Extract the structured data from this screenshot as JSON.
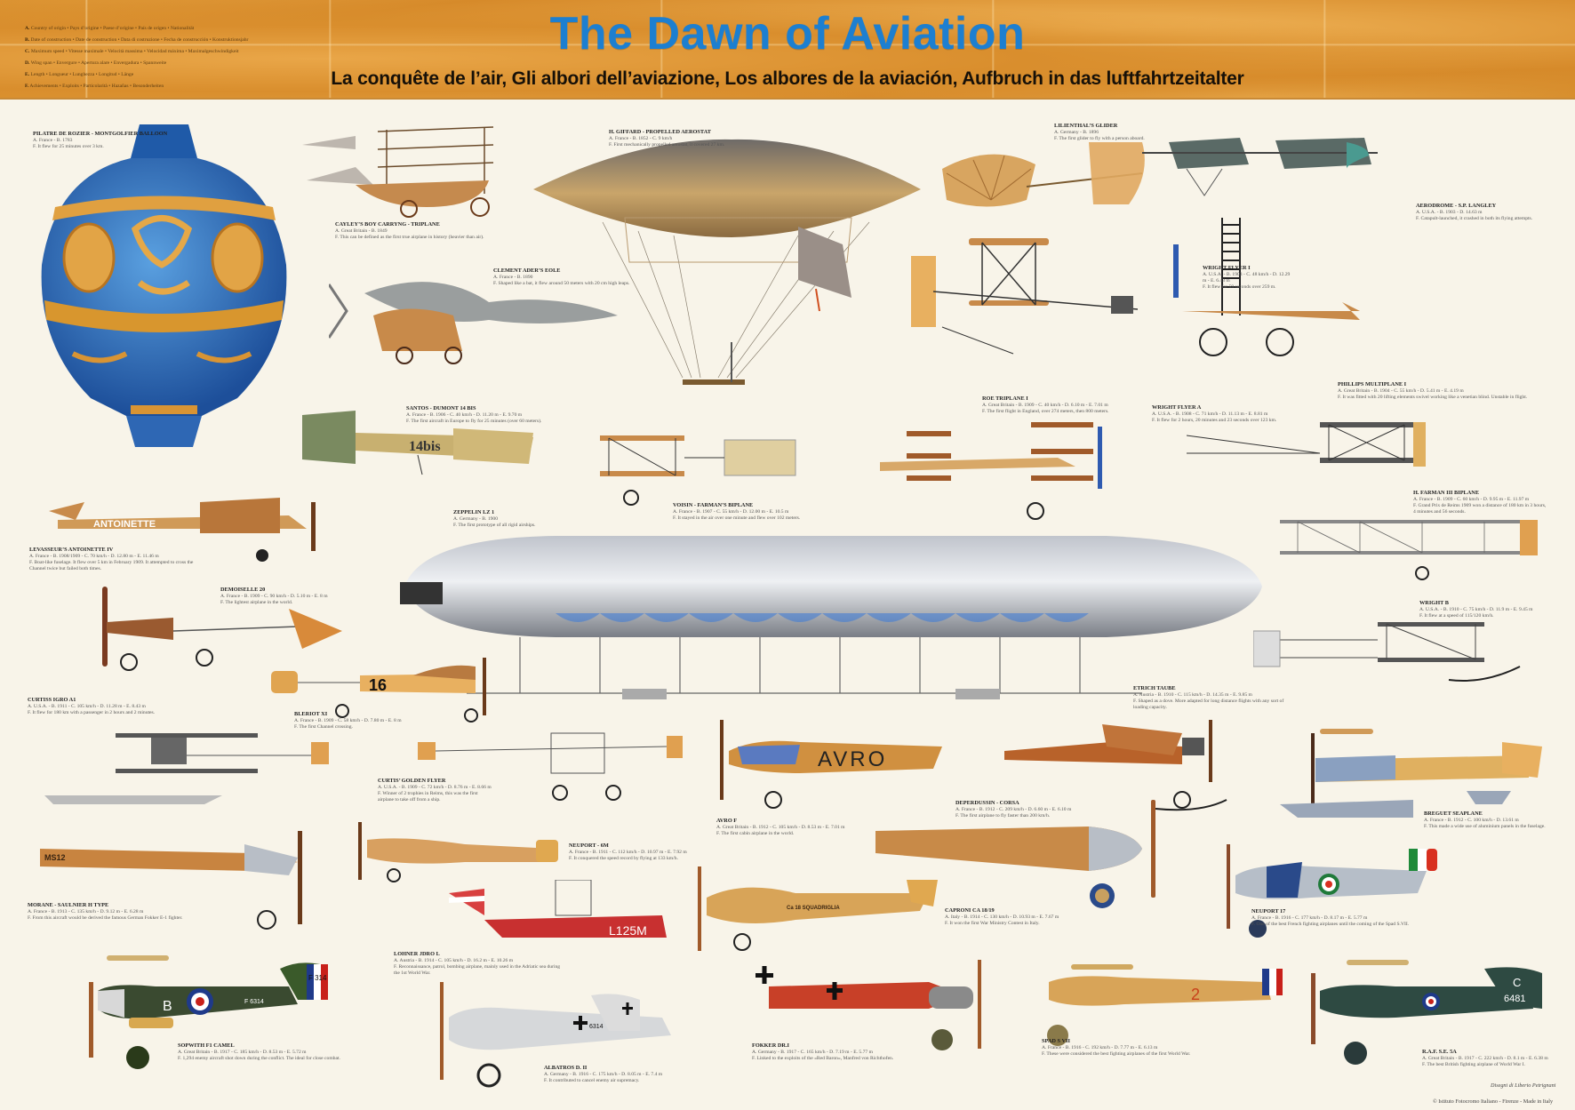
{
  "header": {
    "title": "The Dawn of Aviation",
    "subtitle": "La conquête de l’air, Gli albori dell’aviazione, Los albores de la aviación, Aufbruch in das luftfahrtzeitalter",
    "title_color": "#1d7fd0",
    "legend": [
      {
        "key": "A.",
        "text": "Country of origin • Pays d’origine • Paese d’origine • País de origen • Nationalität"
      },
      {
        "key": "B.",
        "text": "Date of construction • Date de construction • Data di costruzione • Fecha de construcción • Konstruktionsjahr"
      },
      {
        "key": "C.",
        "text": "Maximum speed • Vitesse maximale • Velocità massima • Velocidad máxima • Maximalgeschwindigkeit"
      },
      {
        "key": "D.",
        "text": "Wing span • Envergure • Apertura alare • Envergadura • Spannweite"
      },
      {
        "key": "E.",
        "text": "Length • Longueur • Lunghezza • Longitud • Länge"
      },
      {
        "key": "F.",
        "text": "Achievements • Exploits • Particolarità • Hazañas • Besonderheiten"
      }
    ]
  },
  "aircraft": [
    {
      "name": "Pilatre de Rozier - Montgolfier Balloon",
      "specs": "A. France - B. 1783",
      "fact": "F. It flew for 25 minutes over 3 km."
    },
    {
      "name": "Cayley’s Boy Carryng - Triplane",
      "specs": "A. Great Britain - B. 1849",
      "fact": "F. This can be defined as the first true airplane in history (heavier than air)."
    },
    {
      "name": "H. Giffard - Propelled aerostat",
      "specs": "A. France - B. 1852 - C. 9 km/h",
      "fact": "F. First mechanically propelled aerostat, it covered 27 km."
    },
    {
      "name": "Lilienthal’s Glider",
      "specs": "A. Germany - B. 1896",
      "fact": "F. The first glider to fly with a person aboard."
    },
    {
      "name": "Aerodrome - S.P. Langley",
      "specs": "A. U.S.A. - B. 1903 - D. 14.63 m",
      "fact": "F. Catapult-launched, it crashed in both its flying attempts."
    },
    {
      "name": "Clement Ader’s Eole",
      "specs": "A. France - B. 1890",
      "fact": "F. Shaped like a bat, it flew around 50 meters with 20 cm high leaps."
    },
    {
      "name": "Wright Flyer I",
      "specs": "A. U.S.A. - B. 1903 - C. 48 km/h - D. 12.29 m - E. 6.43 m",
      "fact": "F. It flew for 59 seconds over 259 m."
    },
    {
      "name": "Phillips Multiplane I",
      "specs": "A. Great Britain - B. 1904 - C. 55 km/h - D. 5.41 m - E. 4.19 m",
      "fact": "F. It was fitted with 20 lifting elements swivel working like a venetian blind. Unstable in flight."
    },
    {
      "name": "Santos - Dumont 14 Bis",
      "specs": "A. France - B. 1906 - C. 40 km/h - D. 11.20 m - E. 9.70 m",
      "fact": "F. The first aircraft in Europe to fly for 25 minutes (over 60 meters)."
    },
    {
      "name": "Roe Triplane I",
      "specs": "A. Great Britain - B. 1909 - C. 40 km/h - D. 6.10 m - E. 7.01 m",
      "fact": "F. The first flight in England, over 274 meters, then 800 meters."
    },
    {
      "name": "Wright Flyer A",
      "specs": "A. U.S.A. - B. 1908 - C. 71 km/h - D. 11.13 m - E. 8.81 m",
      "fact": "F. It flew for 2 hours, 20 minutes and 23 seconds over 123 km."
    },
    {
      "name": "Zeppelin LZ 1",
      "specs": "A. Germany - B. 1900",
      "fact": "F. The first prototype of all rigid airships."
    },
    {
      "name": "Voisin - Farman’s Biplane",
      "specs": "A. France - B. 1907 - C. 55 km/h - D. 12.00 m - E. 10.5 m",
      "fact": "F. It stayed in the air over one minute and flew over 102 meters."
    },
    {
      "name": "H. Farman III Biplane",
      "specs": "A. France - B. 1909 - C. 60 km/h - D. 9.95 m - E. 11.97 m",
      "fact": "F. Grand Prix de Reims 1909 won a distance of 180 km in 3 hours, 4 minutes and 56 seconds."
    },
    {
      "name": "Levasseur’s Antoinette IV",
      "specs": "A. France - B. 1908/1909 - C. 70 km/h - D. 12.80 m - E. 11.46 m",
      "fact": "F. Boat-like fuselage. It flew over 5 km in February 1909. It attempted to cross the Channel twice but failed both times."
    },
    {
      "name": "Demoiselle 20",
      "specs": "A. France - B. 1909 - C. 90 km/h - D. 5.10 m - E. 8 m",
      "fact": "F. The lightest airplane in the world."
    },
    {
      "name": "Wright B",
      "specs": "A. U.S.A. - B. 1910 - C. 75 km/h - D. 11.9 m - E. 9.45 m",
      "fact": "F. It flew at a speed of 115/120 km/h."
    },
    {
      "name": "Curtiss Igro A1",
      "specs": "A. U.S.A. - B. 1911 - C. 105 km/h - D. 11.28 m - E. 8.43 m",
      "fact": "F. It flew for 180 km with a passenger in 2 hours and 2 minutes."
    },
    {
      "name": "Bleriot XI",
      "specs": "A. France - B. 1909 - C. 58 km/h - D. 7.80 m - E. 8 m",
      "fact": "F. The first Channel crossing."
    },
    {
      "name": "Etrich Taube",
      "specs": "A. Austria - B. 1910 - C. 115 km/h - D. 14.35 m - E. 9.85 m",
      "fact": "F. Shaped as a dove. More adapted for long distance flights with any sort of loading capacity."
    },
    {
      "name": "Curtis’ Golden Flyer",
      "specs": "A. U.S.A. - B. 1909 - C. 72 km/h - D. 8.76 m - E. 8.66 m",
      "fact": "F. Winner of 2 trophies in Reims, this was the first airplane to take off from a ship."
    },
    {
      "name": "Avro F",
      "specs": "A. Great Britain - B. 1912 - C. 105 km/h - D. 8.53 m - E. 7.01 m",
      "fact": "F. The first cabin airplane in the world."
    },
    {
      "name": "Deperdussin - Corsa",
      "specs": "A. France - B. 1912 - C. 209 km/h - D. 6.60 m - E. 6.10 m",
      "fact": "F. The first airplane to fly faster than 200 km/h."
    },
    {
      "name": "Breguet Seaplane",
      "specs": "A. France - B. 1912 - C. 100 km/h - D. 13.61 m",
      "fact": "F. This made a wide use of aluminium panels in the fuselage."
    },
    {
      "name": "Neuport - 6M",
      "specs": "A. France - B. 1911 - C. 112 km/h - D. 10.97 m - E. 7.92 m",
      "fact": "F. It conquered the speed record by flying at 133 km/h."
    },
    {
      "name": "Morane - Saulnier H Type",
      "specs": "A. France - B. 1913 - C. 135 km/h - D. 9.12 m - E. 6.28 m",
      "fact": "F. From this aircraft would be derived the famous German Fokker E-1 fighter."
    },
    {
      "name": "Caproni CA 18/19",
      "specs": "A. Italy - B. 1914 - C. 130 km/h - D. 10.93 m - E. 7.67 m",
      "fact": "F. It won the first War Ministry Contest in Italy."
    },
    {
      "name": "Neuport 17",
      "specs": "A. France - B. 1916 - C. 177 km/h - D. 8.17 m - E. 5.77 m",
      "fact": "F. One of the best French fighting airplanes until the coming of the Spad S.VII."
    },
    {
      "name": "Lohner Jdro L",
      "specs": "A. Austria - B. 1914 - C. 105 km/h - D. 16.2 m - E. 10.26 m",
      "fact": "F. Reconnaissance, patrol, bombing airplane, mainly used in the Adriatic sea during the 1st World War."
    },
    {
      "name": "Sopwith F1 Camel",
      "specs": "A. Great Britain - B. 1917 - C. 185 km/h - D. 8.53 m - E. 5.72 m",
      "fact": "F. 1,294 enemy aircraft shot down during the conflict. The ideal for close combat."
    },
    {
      "name": "Albatros D. II",
      "specs": "A. Germany - B. 1916 - C. 175 km/h - D. 8.05 m - E. 7.4 m",
      "fact": "F. It contributed to cancel enemy air supremacy."
    },
    {
      "name": "Fokker DR.I",
      "specs": "A. Germany - B. 1917 - C. 165 km/h - D. 7.19 m - E. 5.77 m",
      "fact": "F. Linked to the exploits of the «Red Baron», Manfred von Richthofen."
    },
    {
      "name": "Spad S VII",
      "specs": "A. France - B. 1916 - C. 192 km/h - D. 7.77 m - E. 6.13 m",
      "fact": "F. These were considered the best fighting airplanes of the first World War."
    },
    {
      "name": "R.A.F. S.E. 5a",
      "specs": "A. Great Britain - B. 1917 - C. 222 km/h - D. 8.1 m - E. 6.38 m",
      "fact": "F. The best British fighting airplane of World War I."
    }
  ],
  "markings": {
    "antoinette": "ANTOINETTE",
    "santos": "14bis",
    "bleriot": "16",
    "avro": "AVRO",
    "morane": "MS12",
    "lohner": "L125M",
    "camel_letter": "B",
    "camel_serial": "F 6314",
    "camel_tail": "F 314",
    "albatros": "6314",
    "caproni": "Ca 18 SQUADRIGLIA",
    "spad": "2",
    "se5a_letter": "C",
    "se5a_serial": "6481"
  },
  "footer": {
    "artist": "Disegni di Liberio Petrignani",
    "copyright": "© Istituto Fotocromo Italiano - Firenze - Made in Italy"
  }
}
